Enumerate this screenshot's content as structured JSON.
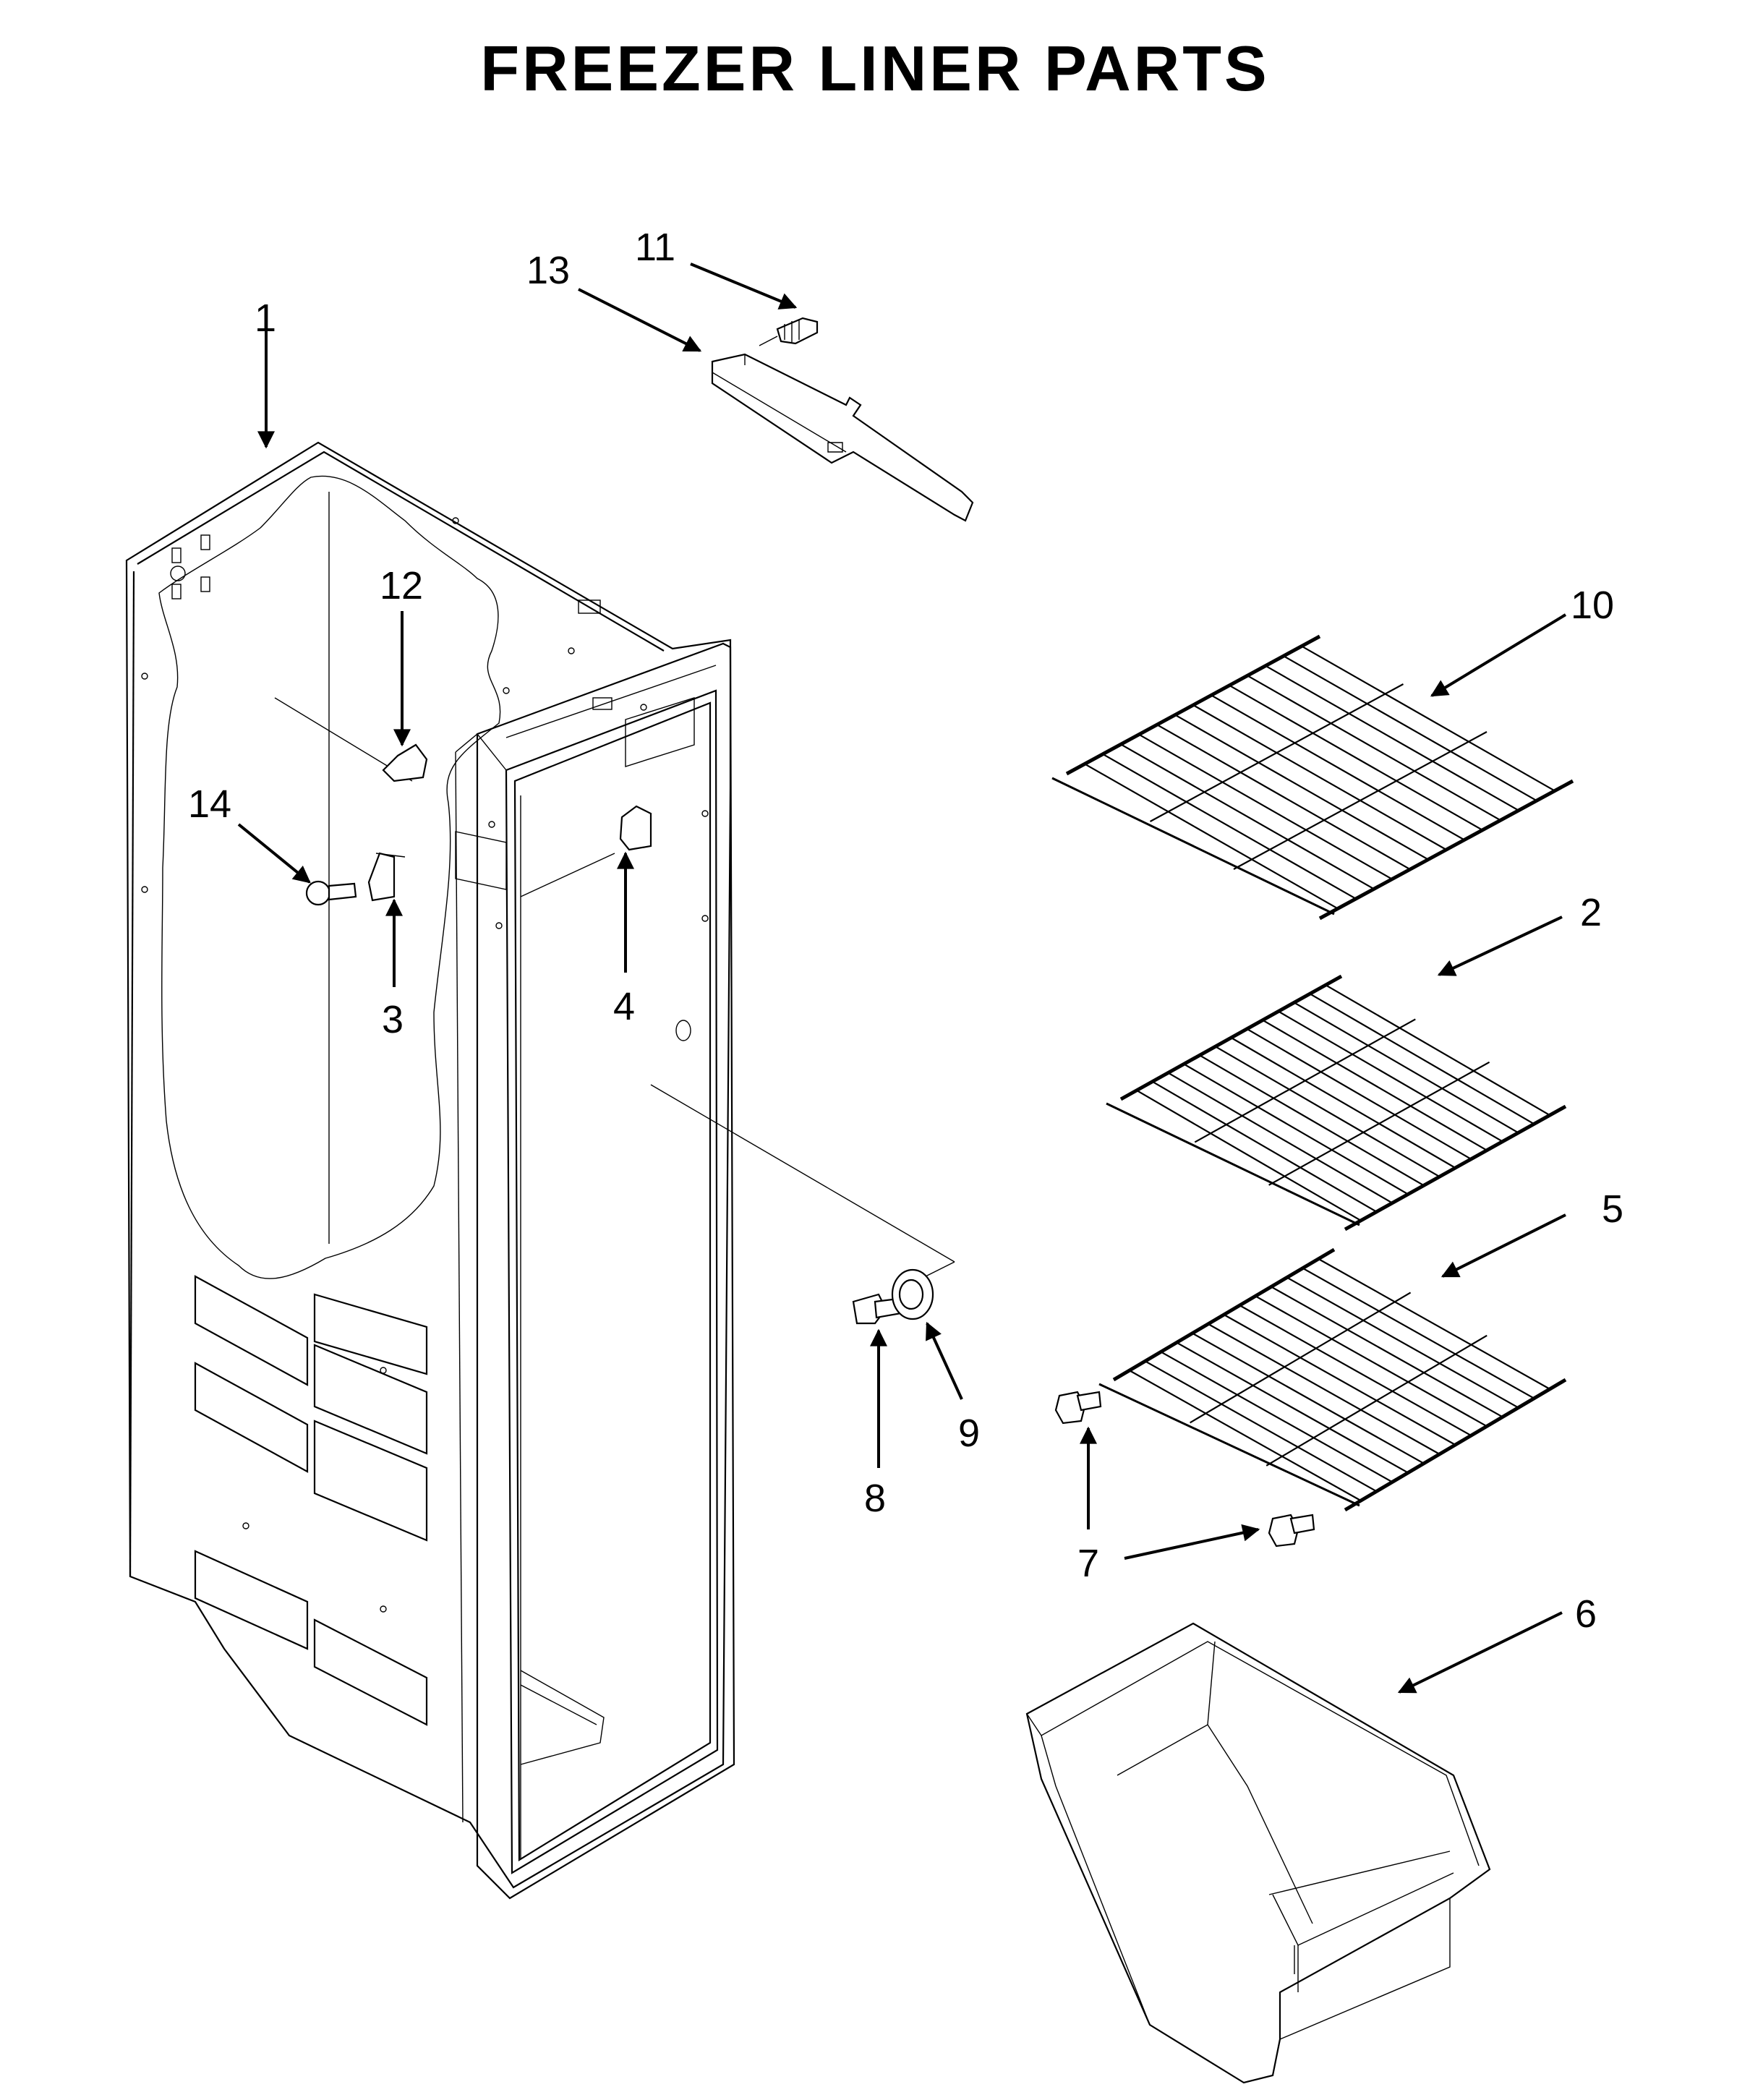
{
  "title": "FREEZER LINER PARTS",
  "callouts": [
    "1",
    "2",
    "3",
    "4",
    "5",
    "6",
    "7",
    "8",
    "9",
    "10",
    "11",
    "12",
    "13",
    "14"
  ]
}
